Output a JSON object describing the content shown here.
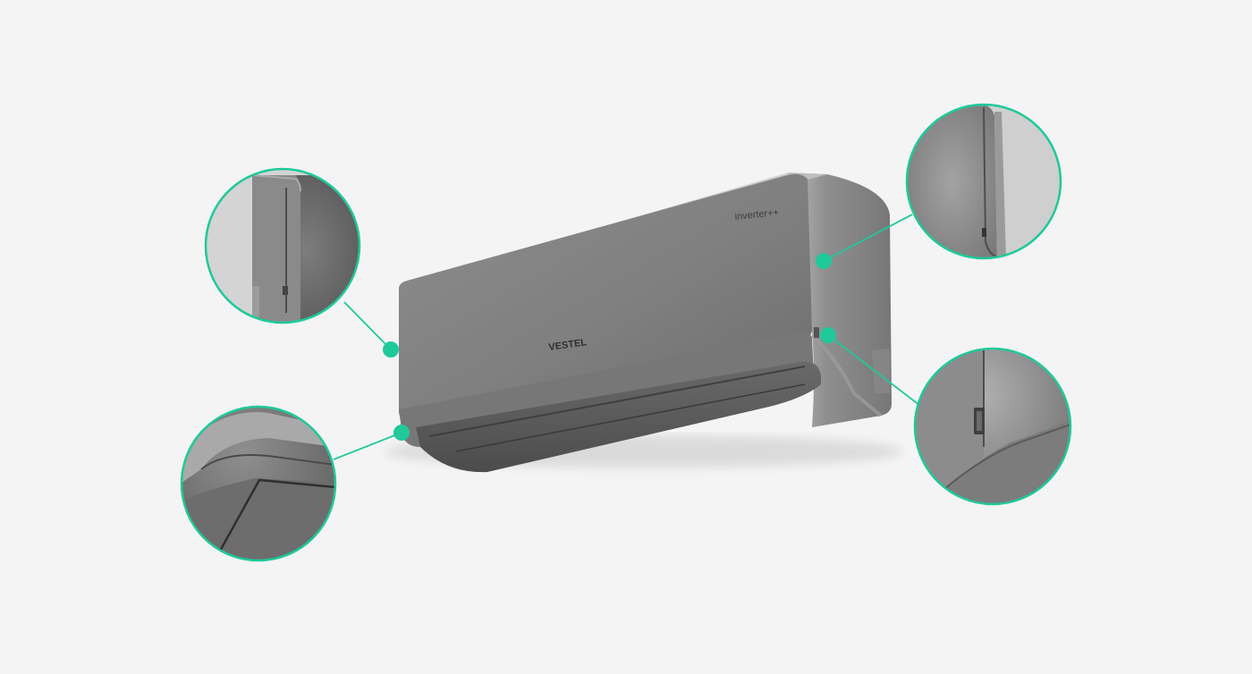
{
  "product": {
    "brand_label": "VESTEL",
    "badge_label": "inverter++"
  },
  "colors": {
    "background": "#f4f4f4",
    "accent": "#1fc99a",
    "body_light": "#9a9a9a",
    "body_dark": "#6e6e6e"
  },
  "callouts": [
    {
      "name": "top-left-corner-detail"
    },
    {
      "name": "bottom-left-corner-detail"
    },
    {
      "name": "top-right-side-detail"
    },
    {
      "name": "bottom-right-side-detail"
    }
  ]
}
